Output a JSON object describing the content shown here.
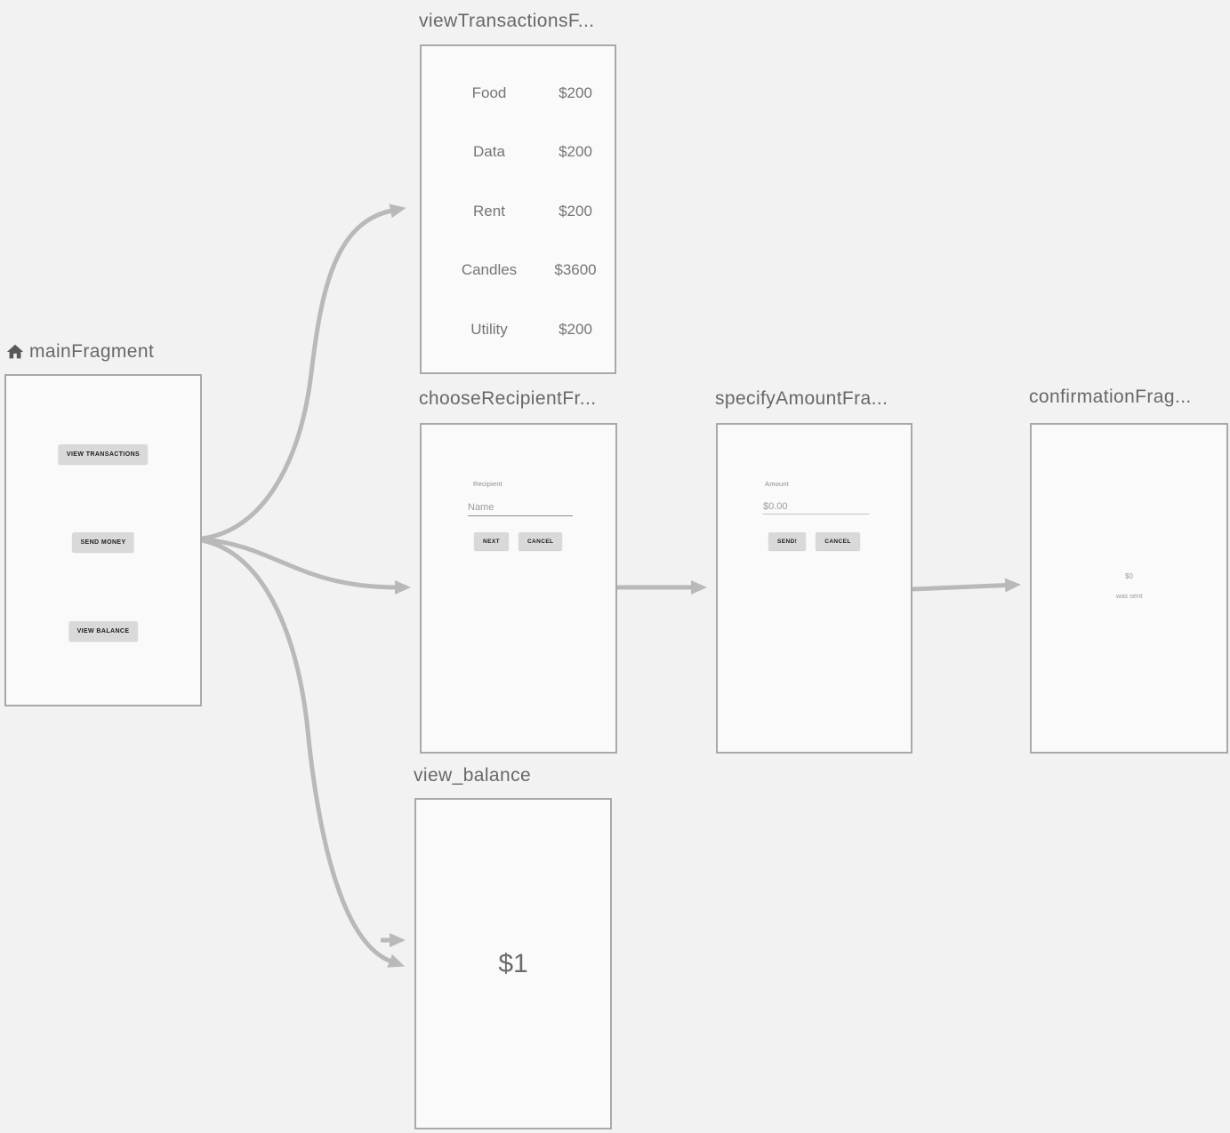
{
  "colors": {
    "canvas_bg": "#f2f2f2",
    "frame_bg": "#fafafa",
    "frame_border": "#a9a9a9",
    "arrow": "#b9b9b9",
    "title_text": "#67686a",
    "list_text": "#757575",
    "button_bg": "#d9d9d9"
  },
  "fragments": {
    "main": {
      "title": "mainFragment",
      "buttons": [
        {
          "label": "VIEW TRANSACTIONS"
        },
        {
          "label": "SEND MONEY"
        },
        {
          "label": "VIEW BALANCE"
        }
      ]
    },
    "view_transactions": {
      "title": "viewTransactionsF...",
      "rows": [
        {
          "category": "Food",
          "amount": "$200"
        },
        {
          "category": "Data",
          "amount": "$200"
        },
        {
          "category": "Rent",
          "amount": "$200"
        },
        {
          "category": "Candles",
          "amount": "$3600"
        },
        {
          "category": "Utility",
          "amount": "$200"
        }
      ]
    },
    "choose_recipient": {
      "title": "chooseRecipientFr...",
      "field_label": "Recipient",
      "field_hint": "Name",
      "next_button": "NEXT",
      "cancel_button": "CANCEL"
    },
    "specify_amount": {
      "title": "specifyAmountFra...",
      "field_label": "Amount",
      "field_hint": "$0.00",
      "send_button": "SEND!",
      "cancel_button": "CANCEL"
    },
    "confirmation": {
      "title": "confirmationFrag...",
      "amount": "$0",
      "message": "was sent"
    },
    "view_balance": {
      "title": "view_balance",
      "balance": "$1"
    }
  }
}
